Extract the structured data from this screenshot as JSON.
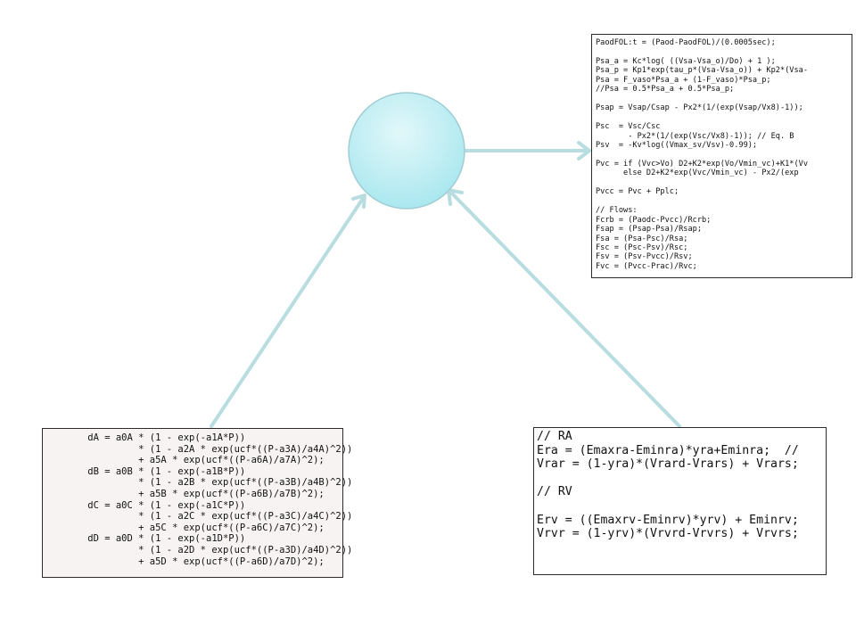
{
  "colors": {
    "arrow": "#b8dde0",
    "node_fill_top": "#e2f8fa",
    "node_fill_bottom": "#a6e6ee",
    "node_stroke": "#9fcdd3"
  },
  "code_blocks": {
    "top_right": {
      "lines": [
        "PaodFOL:t = (Paod-PaodFOL)/(0.0005sec);",
        "",
        "Psa_a = Kc*log( ((Vsa-Vsa_o)/Do) + 1 );",
        "Psa_p = Kp1*exp(tau_p*(Vsa-Vsa_o)) + Kp2*(Vsa-",
        "Psa = F_vaso*Psa_a + (1-F_vaso)*Psa_p;",
        "//Psa = 0.5*Psa_a + 0.5*Psa_p;",
        "",
        "Psap = Vsap/Csap - Px2*(1/(exp(Vsap/Vx8)-1));",
        "",
        "Psc  = Vsc/Csc",
        "       - Px2*(1/(exp(Vsc/Vx8)-1)); // Eq. B",
        "Psv  = -Kv*log((Vmax_sv/Vsv)-0.99);",
        "",
        "Pvc = if (Vvc>Vo) D2+K2*exp(Vo/Vmin_vc)+K1*(Vv",
        "      else D2+K2*exp(Vvc/Vmin_vc) - Px2/(exp",
        "",
        "Pvcc = Pvc + Pplc;",
        "",
        "// Flows:",
        "Fcrb = (Paodc-Pvcc)/Rcrb;",
        "Fsap = (Psap-Psa)/Rsap;",
        "Fsa = (Psa-Psc)/Rsa;",
        "Fsc = (Psc-Psv)/Rsc;",
        "Fsv = (Psv-Pvcc)/Rsv;",
        "Fvc = (Pvcc-Prac)/Rvc;"
      ]
    },
    "bottom_left": {
      "lines": [
        "       dA = a0A * (1 - exp(-a1A*P))",
        "                * (1 - a2A * exp(ucf*((P-a3A)/a4A)^2))",
        "                + a5A * exp(ucf*((P-a6A)/a7A)^2);",
        "       dB = a0B * (1 - exp(-a1B*P))",
        "                * (1 - a2B * exp(ucf*((P-a3B)/a4B)^2))",
        "                + a5B * exp(ucf*((P-a6B)/a7B)^2);",
        "       dC = a0C * (1 - exp(-a1C*P))",
        "                * (1 - a2C * exp(ucf*((P-a3C)/a4C)^2))",
        "                + a5C * exp(ucf*((P-a6C)/a7C)^2);",
        "       dD = a0D * (1 - exp(-a1D*P))",
        "                * (1 - a2D * exp(ucf*((P-a3D)/a4D)^2))",
        "                + a5D * exp(ucf*((P-a6D)/a7D)^2);"
      ]
    },
    "bottom_right": {
      "lines": [
        "// RA",
        "Era = (Emaxra-Eminra)*yra+Eminra;  //",
        "Vrar = (1-yra)*(Vrard-Vrars) + Vrars;",
        "",
        "// RV",
        "",
        "Erv = ((Emaxrv-Eminrv)*yrv) + Eminrv;",
        "Vrvr = (1-yrv)*(Vrvrd-Vrvrs) + Vrvrs;"
      ]
    }
  }
}
